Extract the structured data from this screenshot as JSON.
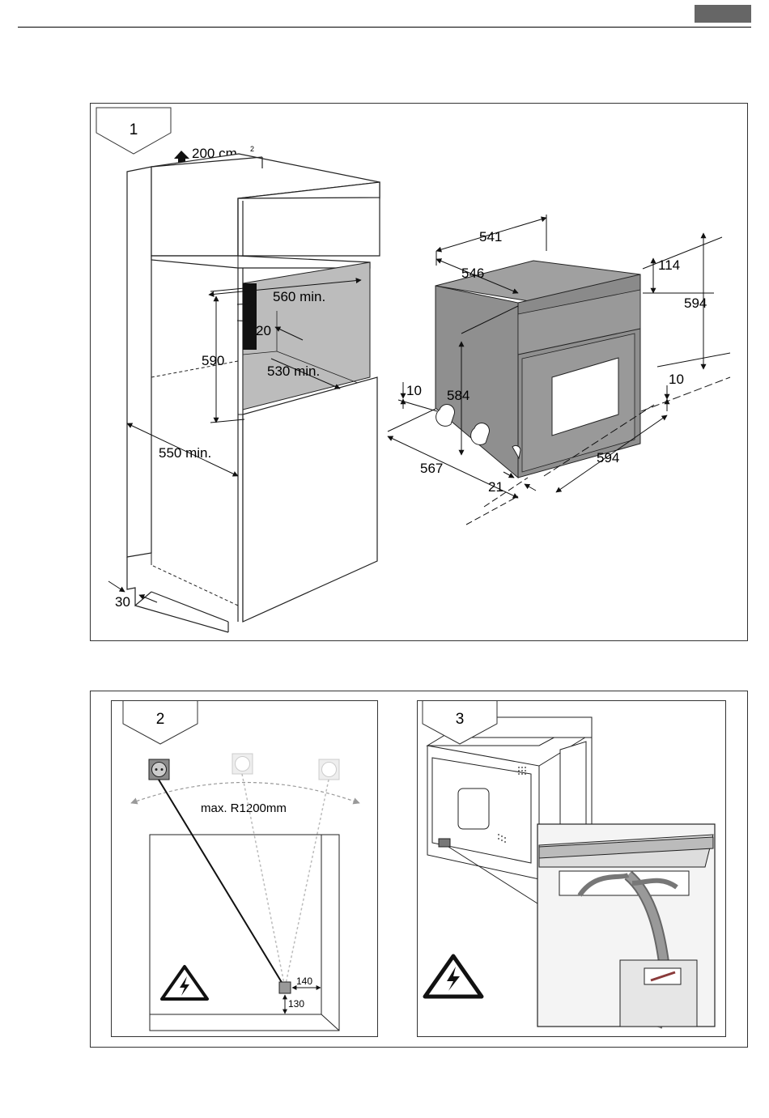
{
  "header": {
    "accent": "#666666"
  },
  "figure1": {
    "step": "1",
    "vent": "200 cm",
    "vent_sup": "2",
    "dims": {
      "d560": "560 min.",
      "d20": "20",
      "d590": "590",
      "d530": "530 min.",
      "d550": "550 min.",
      "d30": "30",
      "d541": "541",
      "d546": "546",
      "d114": "114",
      "d594h": "594",
      "d584": "584",
      "d10l": "10",
      "d10r": "10",
      "d594w": "594",
      "d567": "567",
      "d21": "21"
    }
  },
  "figure2": {
    "step": "2",
    "radius": "max. R1200mm",
    "d140": "140",
    "d130": "130",
    "icons": [
      "socket-icon",
      "high-voltage-warning-icon"
    ]
  },
  "figure3": {
    "step": "3",
    "icons": [
      "high-voltage-warning-icon"
    ]
  },
  "colors": {
    "cavity": "#bcbcbc",
    "oven": "#8f8f8f",
    "socket_ghost": "#cfcfcf"
  }
}
